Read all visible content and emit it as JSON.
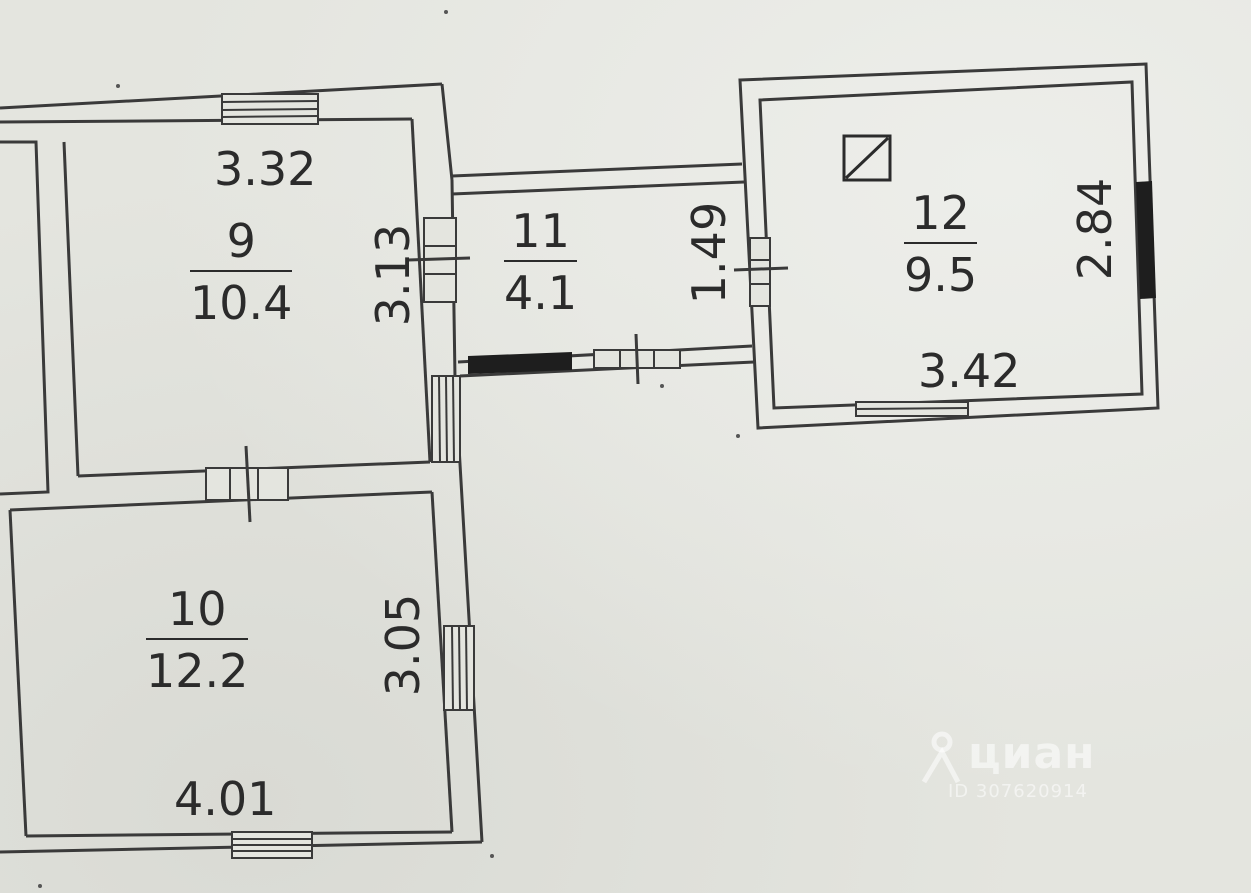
{
  "rooms": [
    {
      "number": "9",
      "area": "10.4"
    },
    {
      "number": "10",
      "area": "12.2"
    },
    {
      "number": "11",
      "area": "4.1"
    },
    {
      "number": "12",
      "area": "9.5"
    }
  ],
  "dimensions": {
    "room9_width": "3.32",
    "room9_height": "3.13",
    "room10_height": "3.05",
    "room10_width": "4.01",
    "room11_height": "1.49",
    "room12_width": "3.42",
    "room12_height": "2.84"
  },
  "watermark": {
    "brand": "циан",
    "id": "ID 307620914"
  },
  "colors": {
    "ink": "#2b2b2b",
    "paper": "#e4e5df"
  }
}
